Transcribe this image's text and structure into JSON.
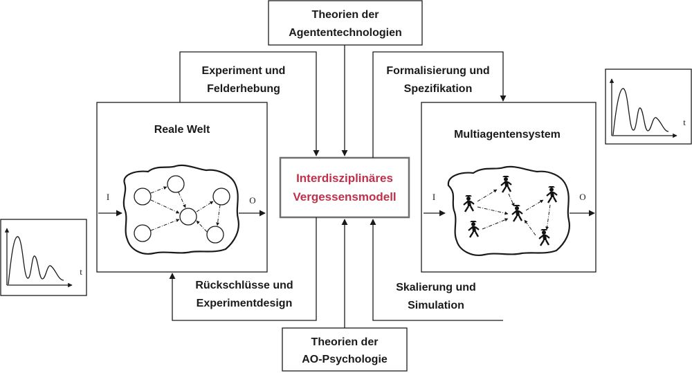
{
  "top_box": {
    "line1": "Theorien der",
    "line2": "Agententechnologien"
  },
  "bottom_box": {
    "line1": "Theorien der",
    "line2": "AO-Psychologie"
  },
  "center_box": {
    "line1": "Interdisziplinäres",
    "line2": "Vergessensmodell",
    "text_color": "#c0304a"
  },
  "left_panel": {
    "title": "Reale Welt",
    "input": "I",
    "output": "O"
  },
  "right_panel": {
    "title": "Multiagentensystem",
    "input": "I",
    "output": "O"
  },
  "labels": {
    "experiment": {
      "line1": "Experiment und",
      "line2": "Felderhebung"
    },
    "formalisierung": {
      "line1": "Formalisierung und",
      "line2": "Spezifikation"
    },
    "rueckschluesse": {
      "line1": "Rückschlüsse und",
      "line2": "Experimentdesign"
    },
    "skalierung": {
      "line1": "Skalierung und",
      "line2": "Simulation"
    }
  },
  "left_graph": {
    "axis_label": "t"
  },
  "right_graph": {
    "axis_label": "t"
  }
}
